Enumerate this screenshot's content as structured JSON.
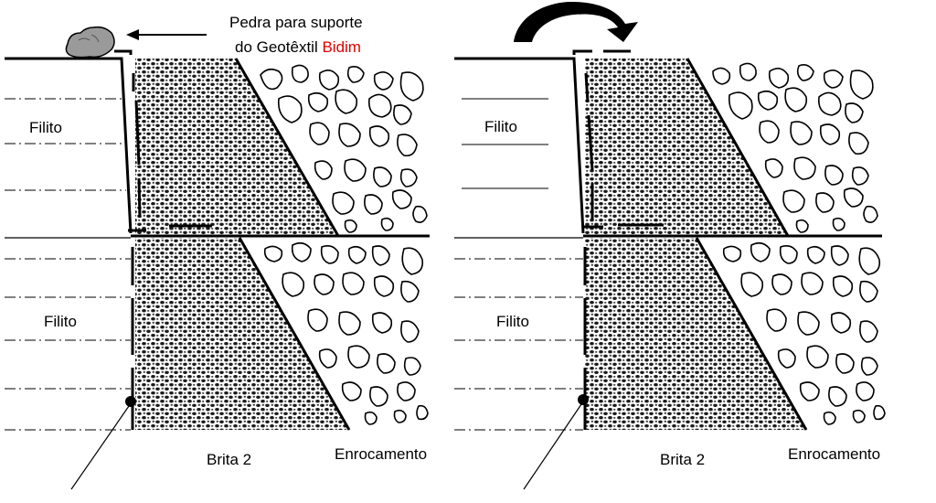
{
  "annotation": {
    "line1": "Pedra para suporte",
    "line2_prefix": "do Geotêxtil ",
    "line2_brand": "Bidim"
  },
  "panels": [
    {
      "upper_label": "Filito",
      "lower_label": "Filito",
      "aggregate_label": "Brita 2",
      "rockfill_label": "Enrocamento"
    },
    {
      "upper_label": "Filito",
      "lower_label": "Filito",
      "aggregate_label": "Brita 2",
      "rockfill_label": "Enrocamento"
    }
  ],
  "colors": {
    "brand_red": "#e00000",
    "stone": "#9a9a9a",
    "ink": "#000000"
  },
  "icons": [
    "stone-icon",
    "arrow-left-icon",
    "curved-arrow-icon"
  ]
}
